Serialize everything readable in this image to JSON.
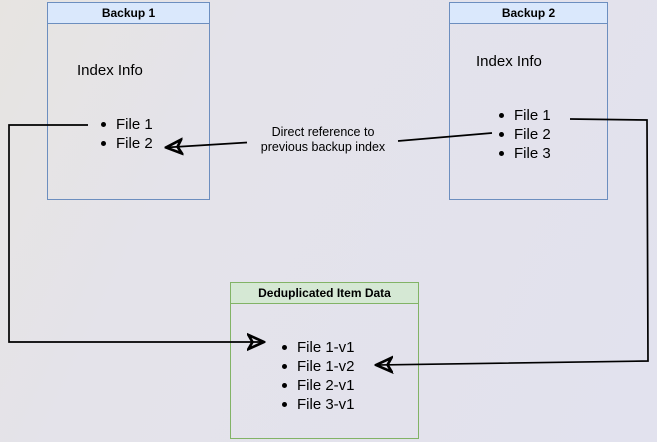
{
  "nodes": {
    "backup1": {
      "title": "Backup 1",
      "section_label": "Index Info",
      "items": [
        "File 1",
        "File 2"
      ]
    },
    "backup2": {
      "title": "Backup 2",
      "section_label": "Index Info",
      "items": [
        "File 1",
        "File 2",
        "File 3"
      ]
    },
    "dedup": {
      "title": "Deduplicated Item Data",
      "items": [
        "File 1-v1",
        "File 1-v2",
        "File 2-v1",
        "File 3-v1"
      ]
    }
  },
  "annotation": {
    "line1": "Direct reference to",
    "line2": "previous backup index"
  },
  "colors": {
    "backup_header_fill": "#dae8fc",
    "backup_border": "#6c8ebf",
    "dedup_header_fill": "#d5e8d4",
    "dedup_border": "#82b366",
    "connector": "#000000"
  }
}
